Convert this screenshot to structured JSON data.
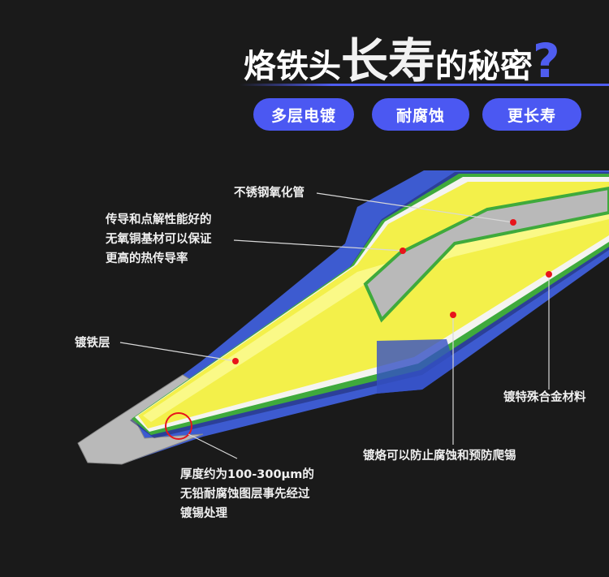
{
  "title": {
    "part1": "烙铁头",
    "part2": "长寿",
    "part3": "的秘密",
    "mark": "?"
  },
  "pills": [
    "多层电镀",
    "耐腐蚀",
    "更长寿"
  ],
  "labels": {
    "stainless_tube": "不锈钢氧化管",
    "copper_core": [
      "传导和点解性能好的",
      "无氧铜基材可以保证",
      "更高的热传导率"
    ],
    "iron_plating": "镀铁层",
    "special_alloy": "镀特殊合金材料",
    "chrome_plating": "镀烙可以防止腐蚀和预防爬锡",
    "tin_plating": [
      "厚度约为100-300μm的",
      "无铅耐腐蚀图层事先经过",
      "镀锡处理"
    ]
  },
  "colors": {
    "background": "#1a1a1a",
    "accent_blue": "#4b58f2",
    "outer_blue": "#3d5bd0",
    "green_layer": "#3faa3c",
    "yellow_core": "#f3f04a",
    "white_layer": "#f4f4f0",
    "gray_tube": "#b9b9b9",
    "marker_red": "#e8141b"
  }
}
